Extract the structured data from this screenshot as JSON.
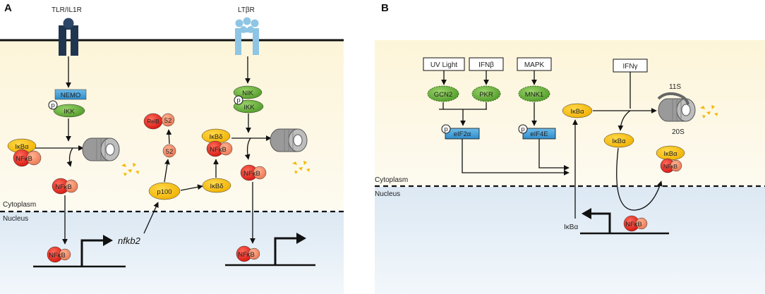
{
  "panels": {
    "a": "A",
    "b": "B"
  },
  "panel_a": {
    "tlr_label": "TLR/IL1R",
    "ltbr_label": "LTβR",
    "nemo": "NEMO",
    "ikk": "IKK",
    "p": "p",
    "ikba": "IκBα",
    "nfkb": "NFκB",
    "relb": "RelB",
    "p52": "52",
    "p52_small": "52",
    "p100": "p100",
    "ikbd": "IκBδ",
    "nik": "NIK",
    "cytoplasm": "Cytoplasm",
    "nucleus": "Nucleus",
    "gene": "nfkb2"
  },
  "panel_b": {
    "uv": "UV Light",
    "ifnb": "IFNβ",
    "mapk": "MAPK",
    "ifng": "IFNγ",
    "gcn2": "GCN2",
    "pkr": "PKR",
    "mnk1": "MNK1",
    "eif2a": "eIF2α",
    "eif4e": "eIF4E",
    "ikba": "IκBα",
    "nfkb": "NFκB",
    "p": "p",
    "s11": "11S",
    "s20": "20S",
    "cytoplasm": "Cytoplasm",
    "nucleus": "Nucleus"
  },
  "colors": {
    "cytoplasm_bg": "#fbf6e0",
    "nucleus_bg": "#e9f1f8",
    "red": "#e0201a",
    "salmon": "#f08a66",
    "yellow": "#f7bf12",
    "green": "#6cae3a",
    "blue": "#4a9fd4",
    "navy": "#1f3550",
    "lightblue": "#8ec5e4"
  }
}
